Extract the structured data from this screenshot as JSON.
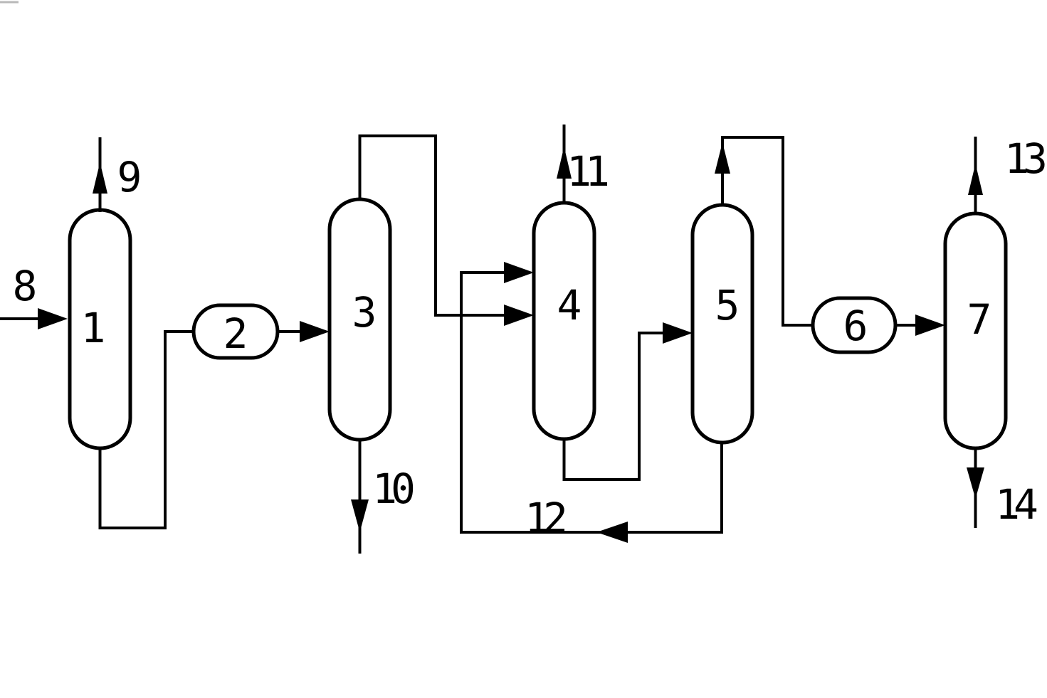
{
  "page": {
    "kind": "process-flow-diagram",
    "paper_color": "#ffffff",
    "ink_color": "#000000"
  },
  "diagram": {
    "vessels": [
      {
        "label": "1",
        "shape": "vertical-column"
      },
      {
        "label": "2",
        "shape": "horizontal-drum"
      },
      {
        "label": "3",
        "shape": "vertical-column"
      },
      {
        "label": "4",
        "shape": "vertical-column"
      },
      {
        "label": "5",
        "shape": "vertical-column"
      },
      {
        "label": "6",
        "shape": "horizontal-drum"
      },
      {
        "label": "7",
        "shape": "vertical-column"
      }
    ],
    "streams": [
      {
        "label": "8",
        "route": "feed from left edge into side of vessel 1"
      },
      {
        "label": "9",
        "route": "overhead out of top of vessel 1, arrow up"
      },
      {
        "label": "10",
        "route": "bottoms out of vessel 3, arrow down"
      },
      {
        "label": "11",
        "route": "overhead out of top of vessel 4, arrow up"
      },
      {
        "label": "12",
        "route": "recycle from bottom of vessel 5, arrow left, up into upper side inlet of vessel 4"
      },
      {
        "label": "13",
        "route": "overhead out of top of vessel 7, arrow up"
      },
      {
        "label": "14",
        "route": "bottoms out of vessel 7, arrow down"
      }
    ],
    "unlabeled_lines": [
      "vessel 1 bottoms down-right-up into drum 2",
      "drum 2 arrow into side of vessel 3",
      "vessel 3 overhead up-right-down into lower side inlet of vessel 4",
      "vessel 4 bottoms down-right-up arrow into side of vessel 5",
      "vessel 5 overhead arrow up, right, down into drum 6",
      "drum 6 arrow into side of vessel 7"
    ]
  }
}
